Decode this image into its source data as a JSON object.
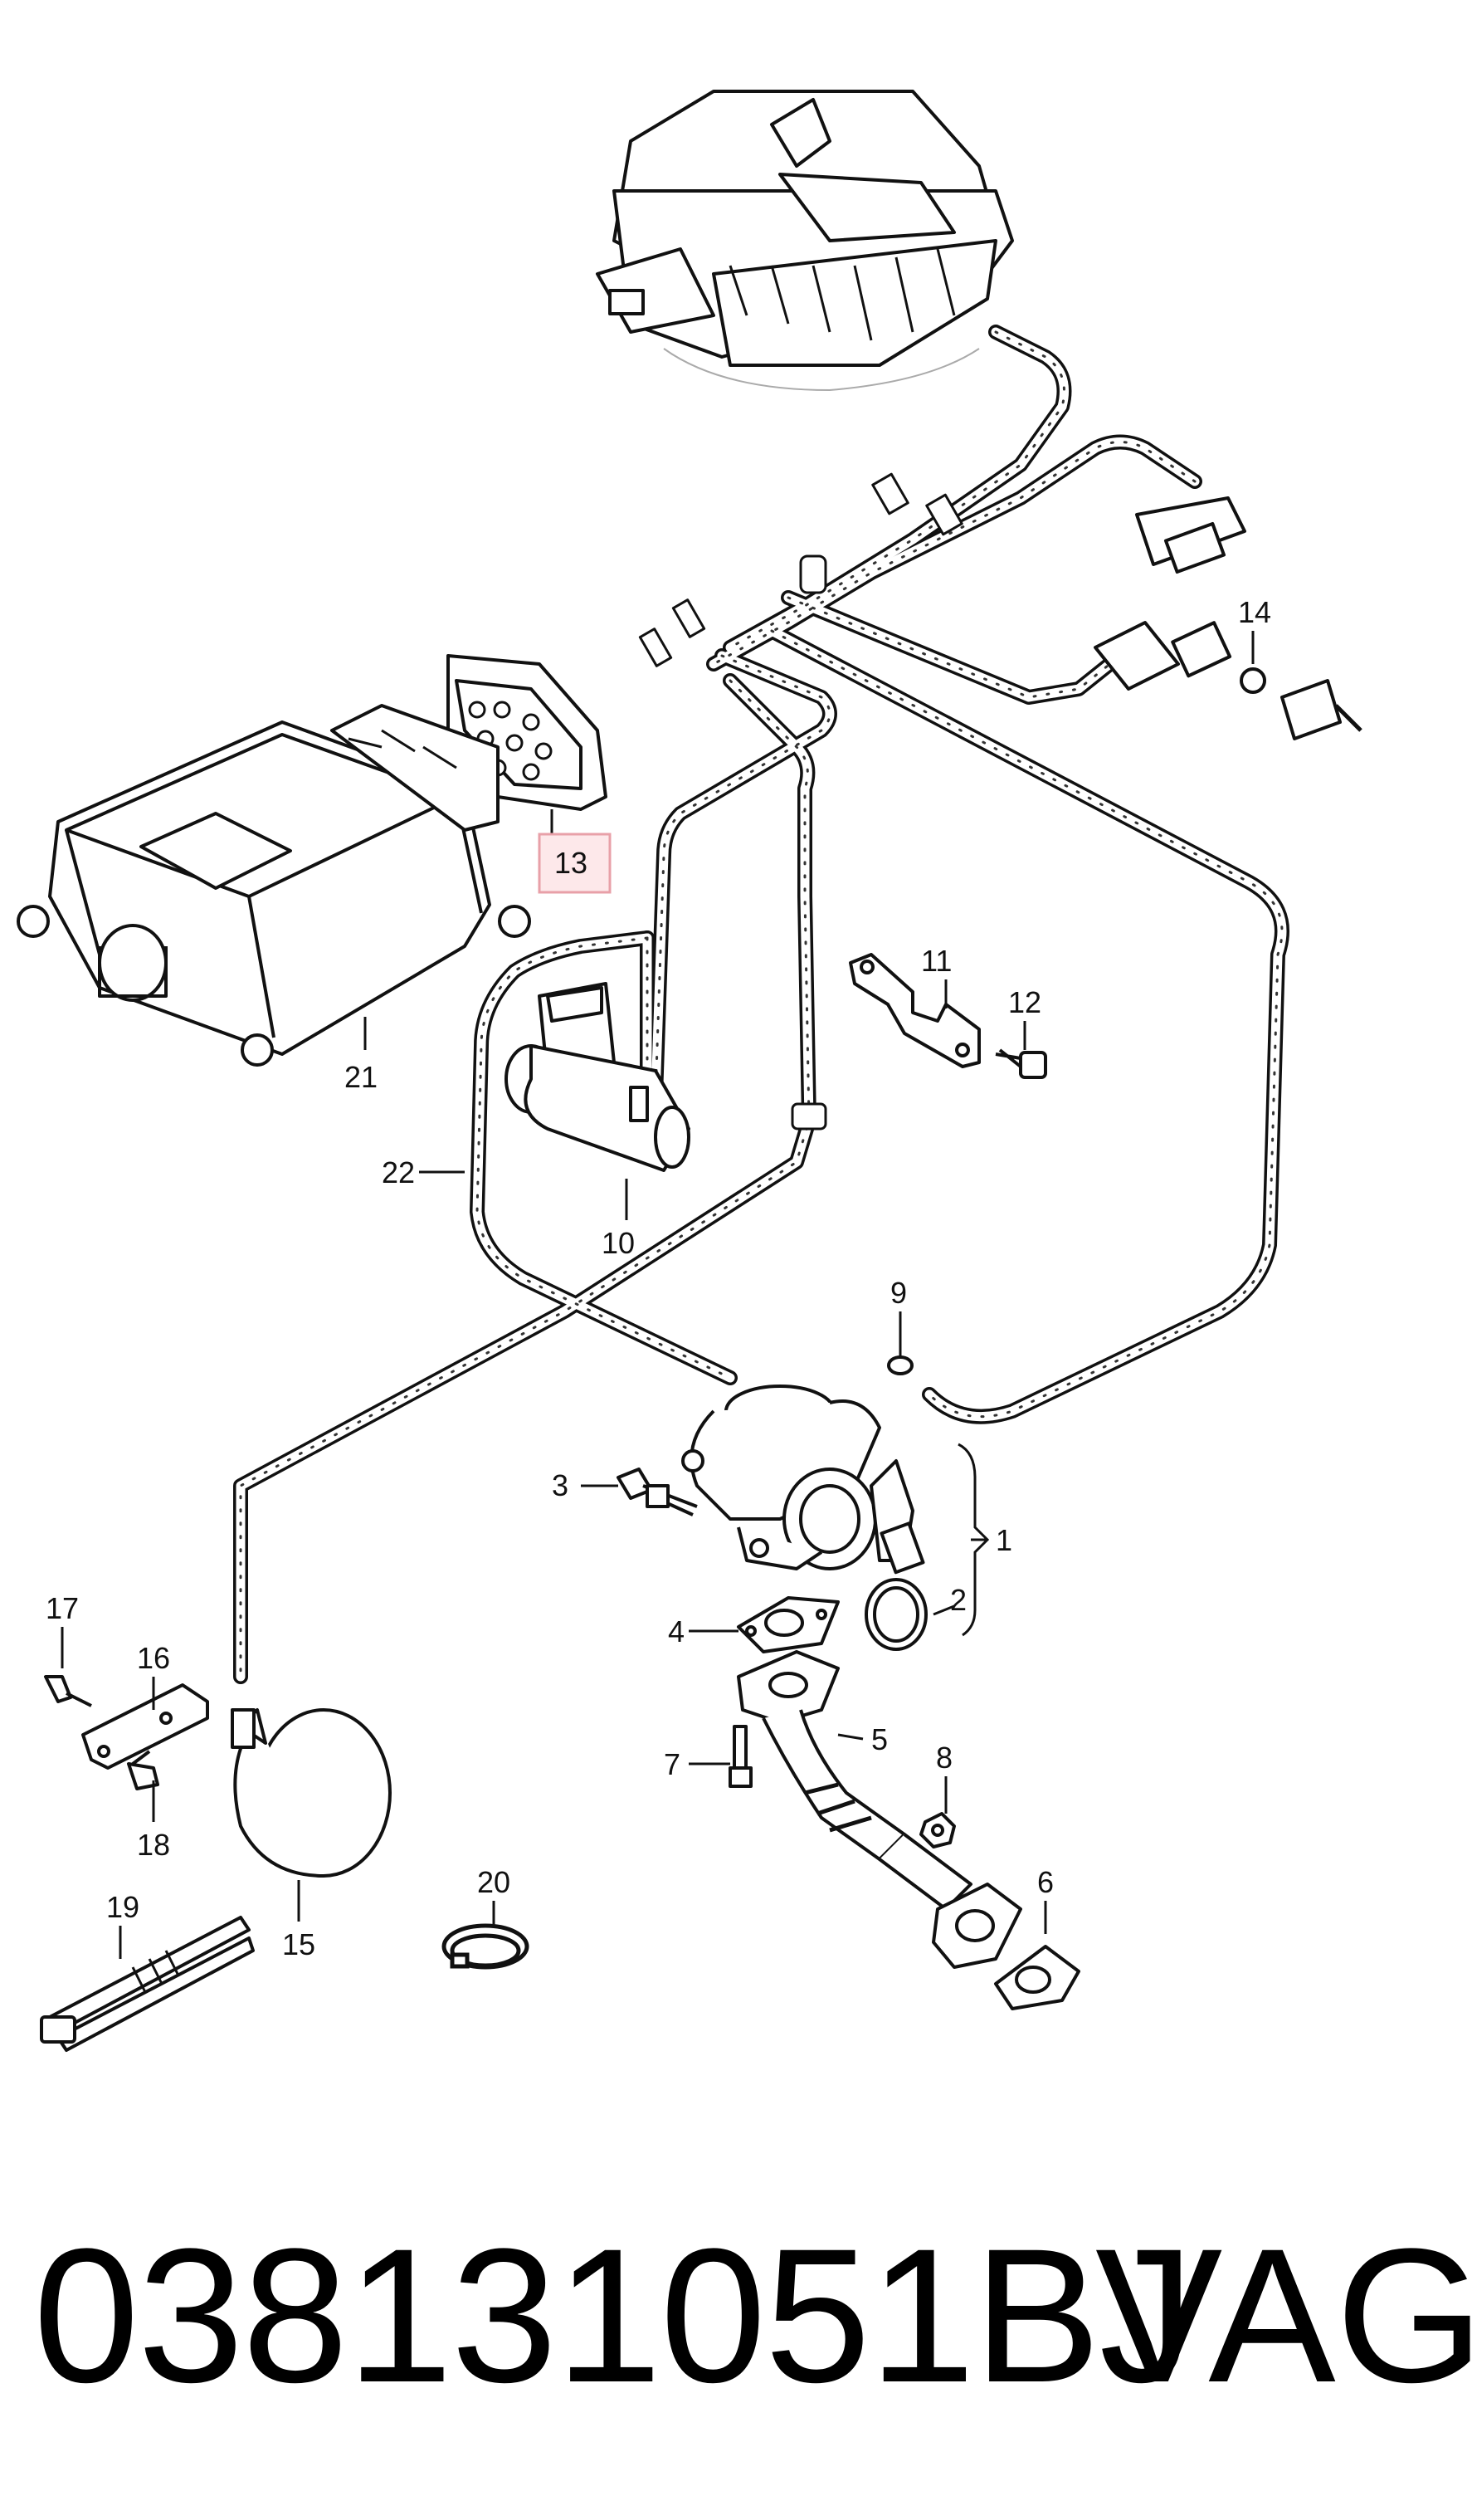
{
  "diagram": {
    "part_number": "038131051BJ",
    "brand": "VAG",
    "highlight_color": "#e8a0a8",
    "callouts": [
      {
        "id": "1",
        "label": "1"
      },
      {
        "id": "2",
        "label": "2"
      },
      {
        "id": "3",
        "label": "3"
      },
      {
        "id": "4",
        "label": "4"
      },
      {
        "id": "5",
        "label": "5"
      },
      {
        "id": "6",
        "label": "6"
      },
      {
        "id": "7",
        "label": "7"
      },
      {
        "id": "8",
        "label": "8"
      },
      {
        "id": "9",
        "label": "9"
      },
      {
        "id": "10",
        "label": "10"
      },
      {
        "id": "11",
        "label": "11"
      },
      {
        "id": "12",
        "label": "12"
      },
      {
        "id": "13",
        "label": "13"
      },
      {
        "id": "14",
        "label": "14"
      },
      {
        "id": "15",
        "label": "15"
      },
      {
        "id": "16",
        "label": "16"
      },
      {
        "id": "17",
        "label": "17"
      },
      {
        "id": "18",
        "label": "18"
      },
      {
        "id": "19",
        "label": "19"
      },
      {
        "id": "20",
        "label": "20"
      },
      {
        "id": "21",
        "label": "21"
      },
      {
        "id": "22",
        "label": "22"
      }
    ]
  }
}
